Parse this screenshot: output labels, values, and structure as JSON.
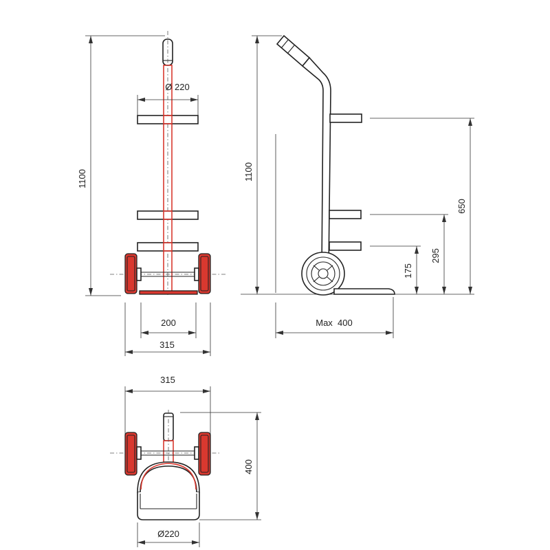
{
  "front_view": {
    "height_label": "1100",
    "cylinder_diameter_label": "Ø 220",
    "inner_width_label": "200",
    "outer_width_label": "315"
  },
  "side_view": {
    "height_label": "1100",
    "upper_strap_height_label": "650",
    "middle_strap_height_label": "295",
    "lower_strap_height_label": "175",
    "max_depth_label": "Max  400"
  },
  "top_view": {
    "width_label": "315",
    "depth_label": "400",
    "cylinder_diameter_label": "Ø220"
  },
  "colors": {
    "frame_highlight": "#d9382f",
    "line": "#222222"
  }
}
